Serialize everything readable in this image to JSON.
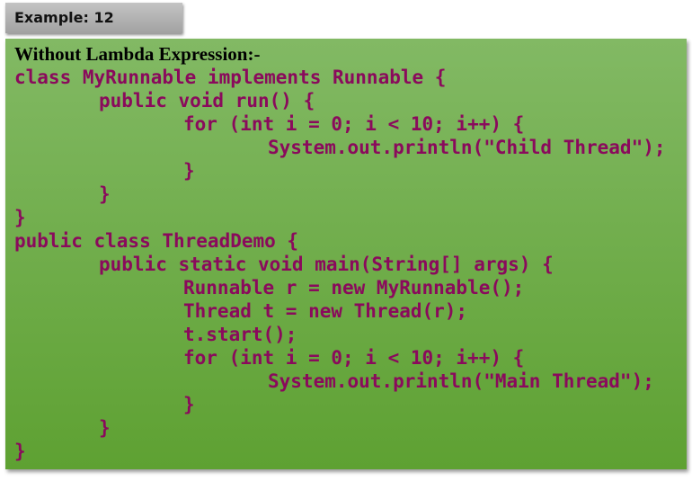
{
  "example_label": "Example: 12",
  "heading": "Without Lambda Expression:-",
  "code_lines": [
    {
      "indent": 0,
      "text": "class MyRunnable implements Runnable {"
    },
    {
      "indent": 1,
      "text": "public void run() {"
    },
    {
      "indent": 2,
      "text": "for (int i = 0; i < 10; i++) {"
    },
    {
      "indent": 3,
      "text": "System.out.println(\"Child Thread\");"
    },
    {
      "indent": 2,
      "text": "}"
    },
    {
      "indent": 1,
      "text": "}"
    },
    {
      "indent": 0,
      "text": "}"
    },
    {
      "indent": 0,
      "text": "public class ThreadDemo {"
    },
    {
      "indent": 1,
      "text": "public static void main(String[] args) {"
    },
    {
      "indent": 2,
      "text": "Runnable r = new MyRunnable();"
    },
    {
      "indent": 2,
      "text": "Thread t = new Thread(r);"
    },
    {
      "indent": 2,
      "text": "t.start();"
    },
    {
      "indent": 2,
      "text": "for (int i = 0; i < 10; i++) {"
    },
    {
      "indent": 3,
      "text": "System.out.println(\"Main Thread\");"
    },
    {
      "indent": 2,
      "text": "}"
    },
    {
      "indent": 1,
      "text": "}"
    },
    {
      "indent": 0,
      "text": "}"
    }
  ],
  "colors": {
    "code": "#8a0a5c",
    "box_top": "#82b964",
    "box_bottom": "#5ea132"
  }
}
